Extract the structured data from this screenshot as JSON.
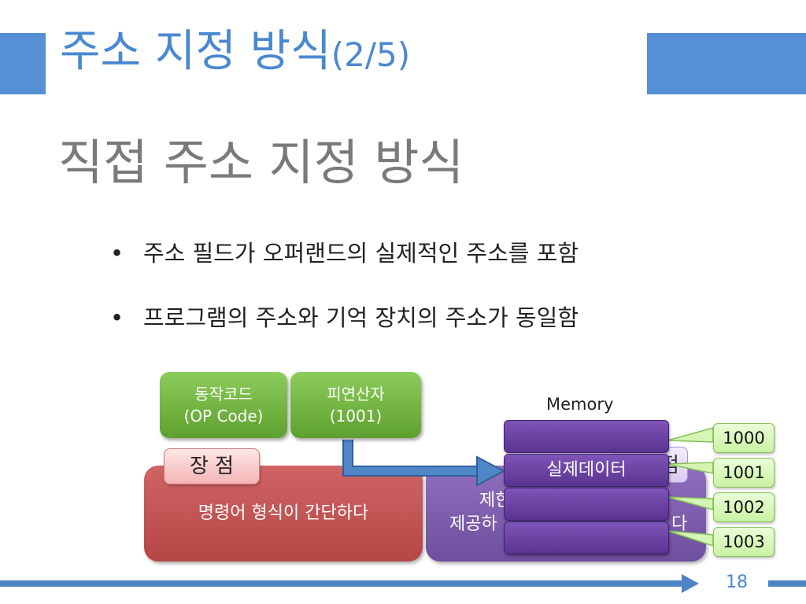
{
  "slide": {
    "title_main": "주소 지정 방식",
    "title_suffix": "(2/5)",
    "subtitle": "직접 주소 지정 방식",
    "bullet_symbol": "•",
    "bullets": [
      "주소 필드가 오퍼랜드의 실제적인 주소를 포함",
      "프로그램의 주소와 기억 장치의 주소가 동일함"
    ],
    "instruction": {
      "opcode_line1": "동작코드",
      "opcode_line2": "(OP Code)",
      "operand_line1": "피연산자",
      "operand_line2": "(1001)"
    },
    "advantage": {
      "tag": "장 점",
      "text": "명령어 형식이 간단하다"
    },
    "disadvantage": {
      "tag_visible": "점",
      "line1_visible": "제한",
      "line2_visible": "제공하",
      "line2_end_visible": "다"
    },
    "memory": {
      "label": "Memory",
      "cells": [
        "",
        "실제데이터",
        "",
        ""
      ],
      "addresses": [
        "1000",
        "1001",
        "1002",
        "1003"
      ]
    },
    "page_number": "18",
    "colors": {
      "accent_blue": "#5590d4",
      "green_box": "#6fb23e",
      "red_panel": "#c05353",
      "purple_panel": "#7a5aa8",
      "memory_cell": "#6a42a0",
      "address_box": "#d4f5b4"
    }
  }
}
